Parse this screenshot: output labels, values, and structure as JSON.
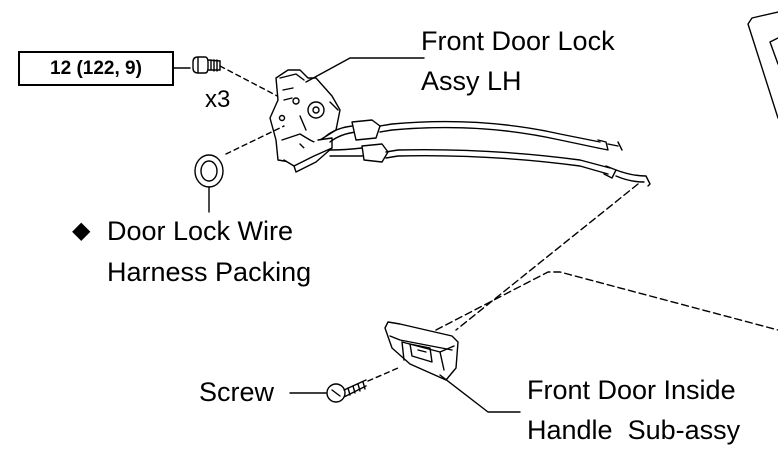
{
  "torque_spec": {
    "text": "12 (122, 9)"
  },
  "quantity": {
    "text": "x3"
  },
  "callouts": {
    "front_door_lock": {
      "line1": "Front Door Lock",
      "line2": "Assy LH"
    },
    "wire_harness_packing": {
      "marker": "◆",
      "line1": "Door Lock Wire",
      "line2": "Harness Packing"
    },
    "screw": {
      "text": "Screw"
    },
    "inside_handle": {
      "line1": "Front Door Inside",
      "line2": "Handle  Sub-assy"
    }
  }
}
